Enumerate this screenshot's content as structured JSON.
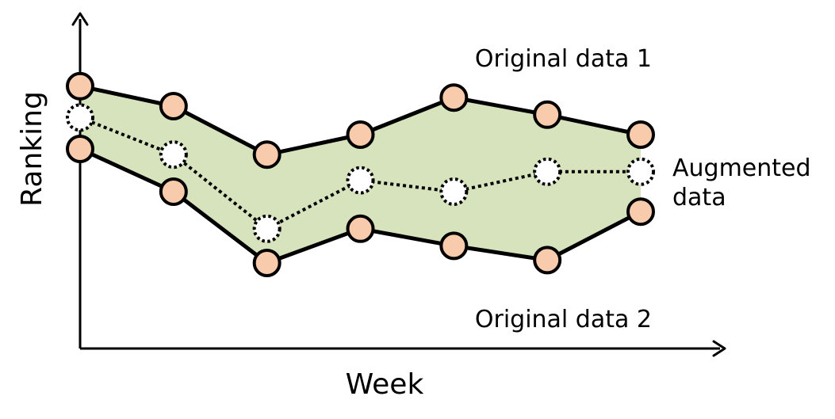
{
  "chart_data": {
    "type": "line",
    "xlabel": "Week",
    "ylabel": "Ranking",
    "x": [
      1,
      2,
      3,
      4,
      5,
      6,
      7
    ],
    "ylim": [
      0,
      100
    ],
    "grid": false,
    "series": [
      {
        "name": "Original data 1",
        "values": [
          92,
          85,
          68,
          75,
          88,
          82,
          75
        ],
        "line_style": "solid",
        "marker_fill": "#f8cbad"
      },
      {
        "name": "Augmented data",
        "values": [
          81,
          68,
          42,
          59,
          55,
          62,
          62
        ],
        "line_style": "dotted",
        "marker_fill": "#ffffff"
      },
      {
        "name": "Original data 2",
        "values": [
          70,
          55,
          30,
          42,
          36,
          31,
          48
        ],
        "line_style": "solid",
        "marker_fill": "#f8cbad"
      }
    ],
    "band_between": [
      "Original data 1",
      "Original data 2"
    ],
    "annotation_lines": {
      "Augmented data": [
        "Augmented",
        "data"
      ]
    },
    "colors": {
      "band_fill": "#d6e3bc",
      "line": "#000000",
      "marker_stroke": "#000000",
      "marker_fill": "#f8cbad",
      "augmented_marker_fill": "#ffffff"
    }
  }
}
